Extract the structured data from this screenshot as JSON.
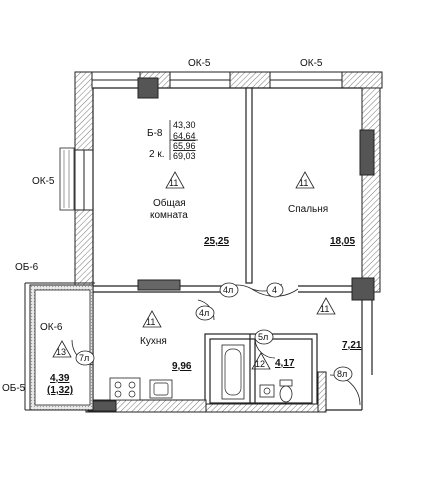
{
  "windows": {
    "top_left": "ОК-5",
    "top_right": "ОК-5",
    "left": "ОК-5",
    "balcony_top": "ОБ-6",
    "balcony_window": "ОК-6",
    "balcony_bottom": "ОБ-5"
  },
  "apartment": {
    "section": "Б-8",
    "rooms_code": "2 к.",
    "area_1": "43,30",
    "area_2": "64,64",
    "area_3": "65,96",
    "area_4": "69,03"
  },
  "rooms": {
    "living": {
      "name": "Общая комната",
      "line1": "Общая",
      "line2": "комната",
      "tag": "11",
      "area": "25,25"
    },
    "bedroom": {
      "name": "Спальня",
      "tag": "11",
      "area": "18,05"
    },
    "kitchen": {
      "name": "Кухня",
      "tag": "11",
      "area": "9,96"
    },
    "hall": {
      "tag": "11",
      "area": "7,21"
    },
    "bathroom": {
      "tag": "12",
      "area": "4,17"
    },
    "balcony": {
      "tag": "13",
      "area": "4,39",
      "area_reduced": "(1,32)"
    }
  },
  "doors": {
    "d1": "4л",
    "d2": "4",
    "d3": "4л",
    "d4": "5л",
    "d5": "7л",
    "d6": "8л"
  },
  "colors": {
    "wall_outline": "#222222",
    "wall_hatch": "#888888",
    "column_fill": "#555555",
    "background": "#ffffff"
  }
}
